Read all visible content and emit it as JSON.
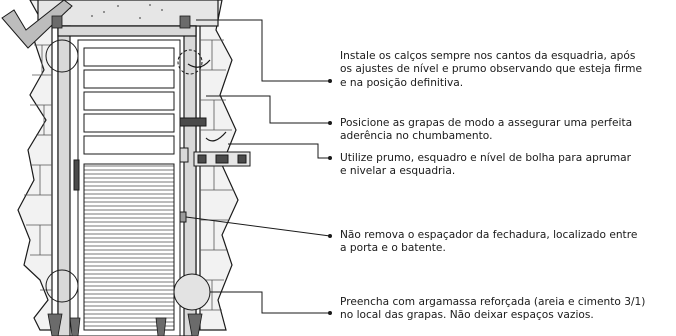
{
  "annotations": [
    {
      "id": "shims",
      "text": "Instale os calços sempre nos cantos da esquadria, após\nos ajustes de nível e prumo observando que esteja firme\ne na posição definitiva."
    },
    {
      "id": "grapas",
      "text": "Posicione as grapas de modo a assegurar uma perfeita\naderência no chumbamento."
    },
    {
      "id": "tools",
      "text": "Utilize prumo, esquadro e nível de bolha para aprumar\ne nivelar a esquadria."
    },
    {
      "id": "spacer",
      "text": "Não remova o espaçador da fechadura, localizado entre\na porta e o batente."
    },
    {
      "id": "mortar",
      "text": "Preencha com argamassa reforçada (areia e cimento 3/1)\nno local das grapas. Não deixar espaços vazios."
    }
  ],
  "colors": {
    "line": "#1a1a1a",
    "shade": "#9a9a9a",
    "light": "#d9d9d9",
    "dark": "#4a4a4a"
  }
}
